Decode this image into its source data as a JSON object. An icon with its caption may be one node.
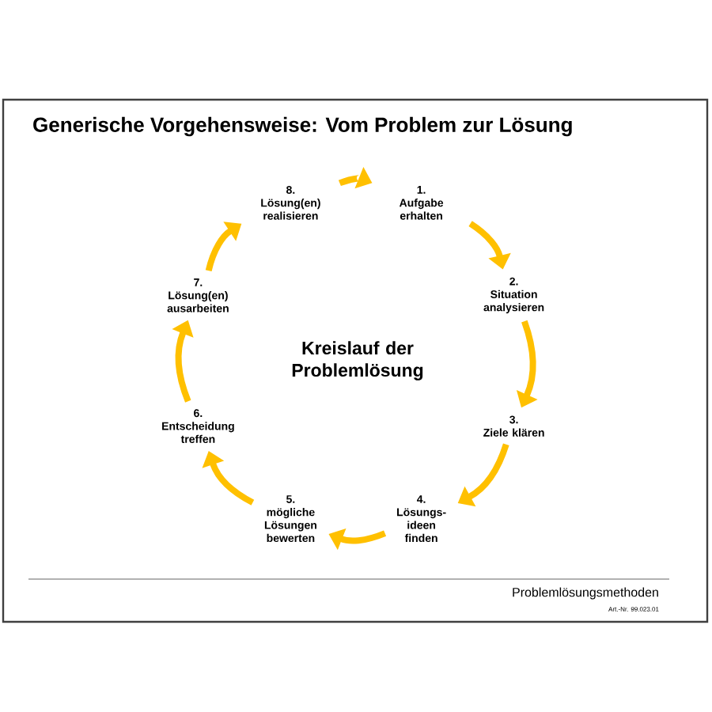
{
  "diagram": {
    "title": "Generische Vorgehensweise: Vom Problem zur Lösung",
    "nodes": [
      {
        "text": [
          "1.",
          "Aufgabe erhalten"
        ]
      },
      {
        "text": [
          "2.",
          "Situation analysieren"
        ]
      },
      {
        "text": [
          "3.",
          "Ziele klären"
        ]
      },
      {
        "text": [
          "4.",
          "Lösungs- ideen finden"
        ]
      },
      {
        "text": [
          "5.",
          "mögliche Lösungen bewerten"
        ]
      },
      {
        "text": [
          "6.",
          "Entscheidung treffen"
        ]
      },
      {
        "text": [
          "7.",
          "Lösung(en) ausarbeiten"
        ]
      },
      {
        "text": [
          "8.",
          "Lösung(en) realisieren"
        ]
      }
    ],
    "edges": [
      {
        "from": 0,
        "to": 1,
        "arrow": "to"
      },
      {
        "from": 1,
        "to": 2,
        "arrow": "to"
      },
      {
        "from": 2,
        "to": 3,
        "arrow": "to"
      },
      {
        "from": 3,
        "to": 4,
        "arrow": "to"
      },
      {
        "from": 4,
        "to": 5,
        "arrow": "to"
      },
      {
        "from": 5,
        "to": 6,
        "arrow": "to"
      },
      {
        "from": 6,
        "to": 7,
        "arrow": "to"
      },
      {
        "from": 7,
        "to": 0,
        "arrow": "to"
      }
    ],
    "labels": [
      "Kreislauf der Problemlösung",
      "Problemlösungsmethoden",
      "Art.-Nr. 99.023.01"
    ]
  }
}
